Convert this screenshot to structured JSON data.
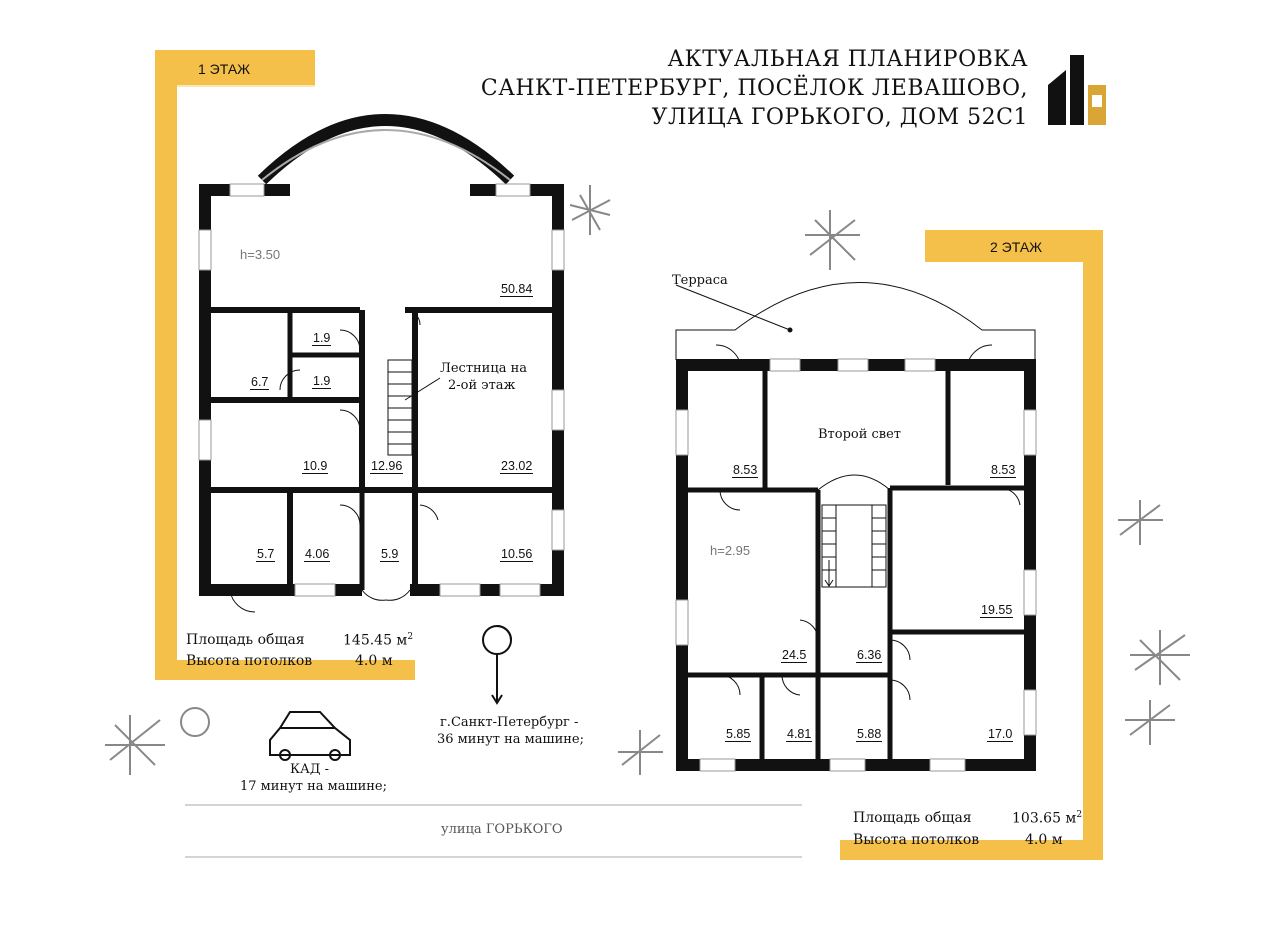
{
  "header": {
    "line1": "АКТУАЛЬНАЯ ПЛАНИРОВКА",
    "line2": "САНКТ-ПЕТЕРБУРГ, ПОСЁЛОК ЛЕВАШОВО,",
    "line3": "УЛИЦА ГОРЬКОГО, ДОМ 52С1"
  },
  "logo_icon": "building-logo-icon",
  "colors": {
    "accent": "#f5c04a",
    "wall": "#111111",
    "window": "#9a9a9a"
  },
  "floor1": {
    "label": "1 ЭТАЖ",
    "ceiling_height": "h=3.50",
    "rooms": [
      "50.84",
      "1.9",
      "6.7",
      "1.9",
      "10.9",
      "12.96",
      "23.02",
      "5.7",
      "4.06",
      "5.9",
      "10.56"
    ],
    "stairs_label_1": "Лестница на",
    "stairs_label_2": "2-ой этаж",
    "summary": {
      "area_label": "Площадь общая",
      "area_value": "145.45 м",
      "area_sup": "2",
      "height_label": "Высота потолков",
      "height_value": "4.0 м"
    }
  },
  "floor2": {
    "label": "2 ЭТАЖ",
    "terrace": "Терраса",
    "second_light": "Второй свет",
    "ceiling_height": "h=2.95",
    "rooms": [
      "8.53",
      "8.53",
      "19.55",
      "24.5",
      "6.36",
      "5.85",
      "4.81",
      "5.88",
      "17.0"
    ],
    "summary": {
      "area_label": "Площадь общая",
      "area_value": "103.65 м",
      "area_sup": "2",
      "height_label": "Высота потолков",
      "height_value": "4.0 м"
    }
  },
  "location": {
    "city_line1": "г.Санкт-Петербург -",
    "city_line2": "36 минут на машине;",
    "kad_line1": "КАД -",
    "kad_line2": "17 минут на машине;",
    "street": "улица ГОРЬКОГО",
    "pin_icon": "map-pin-icon",
    "car_icon": "car-icon"
  }
}
